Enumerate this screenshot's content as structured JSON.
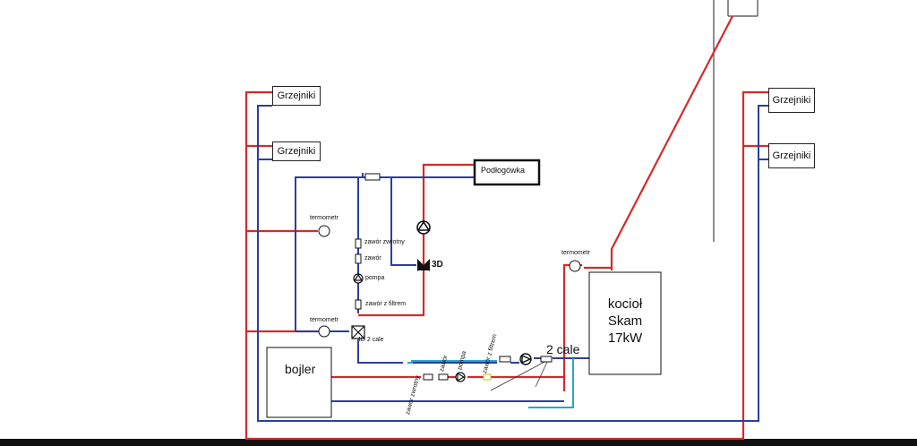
{
  "labels": {
    "radiators_left_1": "Grzejniki",
    "radiators_left_2": "Grzejniki",
    "radiators_right_1": "Grzejniki",
    "radiators_right_2": "Grzejniki",
    "underfloor": "Podłogówka",
    "thermometer_1": "termometr",
    "thermometer_2": "termometr",
    "thermometer_boiler": "termometr",
    "check_valve_left": "zawór zwrotny",
    "valve_left": "zawór",
    "pump_left": "pompa",
    "filter_valve_left": "zawór z filtrem",
    "three_way": "3D",
    "four_way": "4D 2 cale",
    "boiler_tank": "bojler",
    "boiler": [
      "kocioł",
      "Skam",
      "17kW"
    ],
    "two_inch": "2 cale",
    "check_valve_bottom": "zawór zwrotny",
    "valve_bottom": "zawór",
    "pump_bottom": "pompa",
    "filter_valve_bottom": "zawór z filtrem"
  },
  "colors": {
    "supply": "#d42a2a",
    "return": "#2b3f9c",
    "cyan_return": "#2aa6c8",
    "chimney": "#444444"
  }
}
